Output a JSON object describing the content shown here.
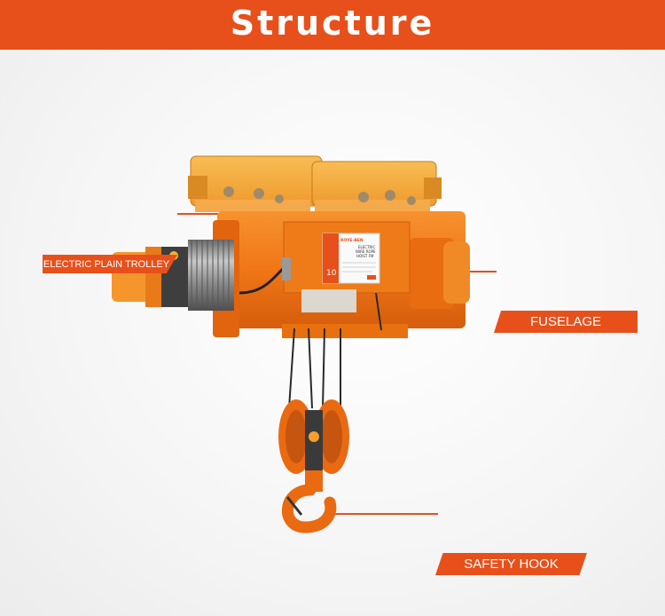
{
  "header": {
    "title": "Structure"
  },
  "labels": {
    "trolley": "ELECTRIC  PLAIN TROLLEY",
    "fuselage": "FUSELAGE",
    "hook": "SAFETY HOOK"
  },
  "nameplate": {
    "brand": "ROYE-BEN",
    "product_line1": "ELECTRIC",
    "product_line2": "WIRE ROPE",
    "product_line3": "HOIST FM",
    "capacity": "10"
  },
  "colors": {
    "accent": "#e7501b",
    "body_orange": "#f07a16",
    "trolley_yellow": "#f3a73a",
    "steel": "#8a8a8a"
  }
}
